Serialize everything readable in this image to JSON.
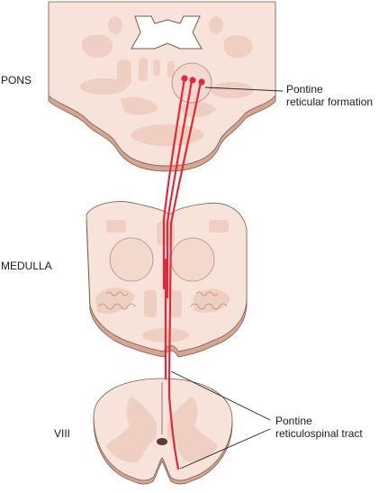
{
  "labels": {
    "pons": "PONS",
    "medulla": "MEDULLA",
    "level": "VIII",
    "formation_line1": "Pontine",
    "formation_line2": "reticular formation",
    "tract_line1": "Pontine",
    "tract_line2": "reticulospinal tract"
  },
  "colors": {
    "tissue_fill": "#f8e3da",
    "tissue_shadow": "#d9a593",
    "nuclei_fill": "#efcfc1",
    "outline": "#7a5a50",
    "tract": "#e2283a",
    "leader": "#222222"
  }
}
